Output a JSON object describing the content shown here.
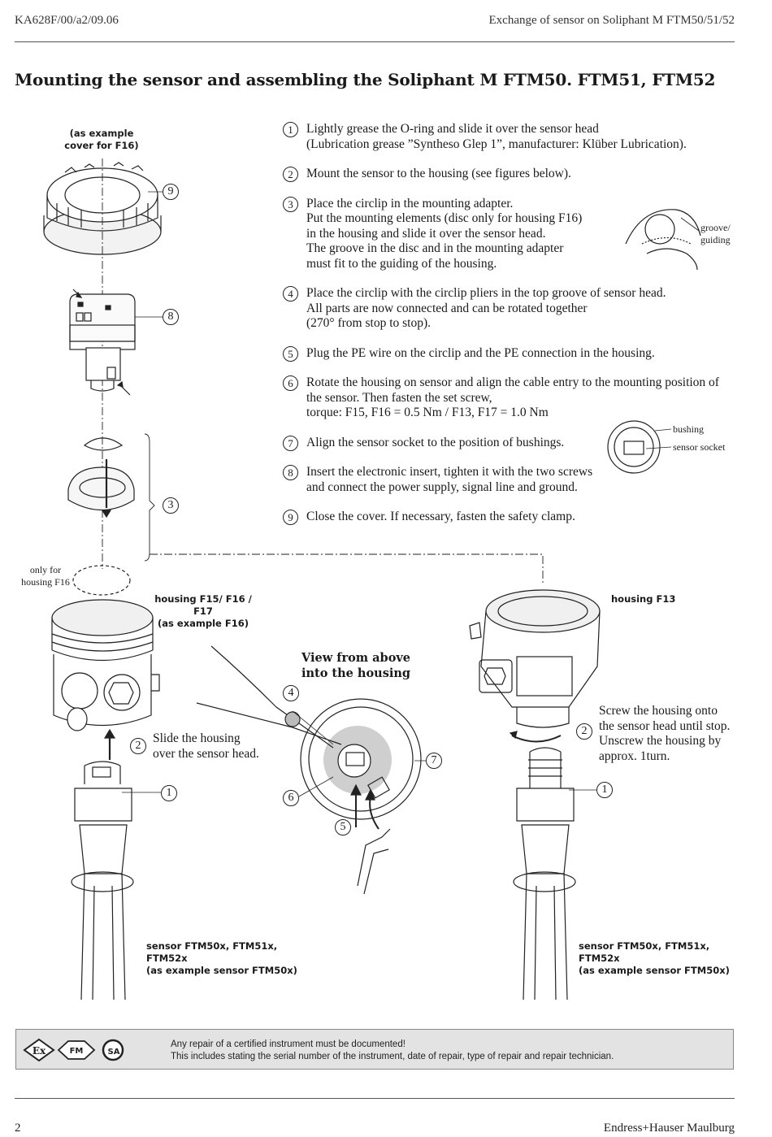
{
  "header": {
    "doc_code": "KA628F/00/a2/09.06",
    "doc_title": "Exchange of sensor on Soliphant M FTM50/51/52"
  },
  "title": "Mounting the sensor and assembling the Soliphant M  FTM50. FTM51, FTM52",
  "steps": [
    {
      "num": "1",
      "lines": [
        "Lightly grease the O-ring and slide it over the sensor head",
        "(Lubrication grease ”Syntheso Glep 1”, manufacturer: Klüber Lubrication)."
      ]
    },
    {
      "num": "2",
      "lines": [
        "Mount the sensor to the housing (see figures below)."
      ]
    },
    {
      "num": "3",
      "lines": [
        "Place the circlip in the mounting adapter.",
        "Put the mounting elements (disc only for housing F16)",
        "in the housing and slide it over the sensor head.",
        "The groove in the disc and in the mounting adapter",
        "must fit to the guiding of the housing."
      ]
    },
    {
      "num": "4",
      "lines": [
        "Place the circlip with the circlip pliers in the top groove of sensor head.",
        "All parts are now connected and can be rotated together",
        "(270° from stop to stop)."
      ]
    },
    {
      "num": "5",
      "lines": [
        "Plug the PE wire on the circlip and the PE connection in the housing."
      ]
    },
    {
      "num": "6",
      "lines": [
        "Rotate the housing on sensor and align the cable entry to the mounting position of",
        "the sensor. Then fasten the set screw,",
        "torque: F15, F16 = 0.5 Nm / F13, F17 = 1.0 Nm"
      ]
    },
    {
      "num": "7",
      "lines": [
        "Align the sensor socket to the position of bushings."
      ]
    },
    {
      "num": "8",
      "lines": [
        "Insert the electronic insert, tighten it with the two screws",
        "and connect the power supply, signal line and ground."
      ]
    },
    {
      "num": "9",
      "lines": [
        "Close the cover. If necessary, fasten the safety clamp."
      ]
    }
  ],
  "figure": {
    "cover_label_1": "(as example",
    "cover_label_2": "cover for F16)",
    "groove_label_1": "groove/",
    "groove_label_2": "guiding",
    "bushing_label": "bushing",
    "socket_label": "sensor socket",
    "only_for_1": "only for",
    "only_for_2": "housing F16",
    "housing_f15_1": "housing F15/ F16 / F17",
    "housing_f15_2": "(as example F16)",
    "housing_f13": "housing F13",
    "view_above_1": "View from above",
    "view_above_2": "into the housing",
    "slide_1": "Slide the housing",
    "slide_2": "over the sensor head.",
    "screw_1": "Screw the housing onto",
    "screw_2": "the sensor head until stop.",
    "screw_3": "Unscrew the housing by",
    "screw_4": "approx. 1turn.",
    "sensor_left_1": "sensor FTM50x, FTM51x, FTM52x",
    "sensor_left_2": "(as example sensor FTM50x)",
    "sensor_right_1": "sensor FTM50x, FTM51x, FTM52x",
    "sensor_right_2": "(as example sensor FTM50x)",
    "callouts": {
      "c9": "9",
      "c8": "8",
      "c3": "3",
      "c2a": "2",
      "c1a": "1",
      "c4": "4",
      "c7": "7",
      "c6": "6",
      "c5": "5",
      "c2b": "2",
      "c1b": "1"
    }
  },
  "notice": {
    "line1": "Any repair of a certified instrument must be documented!",
    "line2": "This includes stating the serial number of the instrument, date of repair, type of repair and repair technician.",
    "cert_ex": "Ex",
    "cert_fm": "FM",
    "cert_csa": "SA"
  },
  "footer": {
    "page": "2",
    "company": "Endress+Hauser Maulburg"
  }
}
